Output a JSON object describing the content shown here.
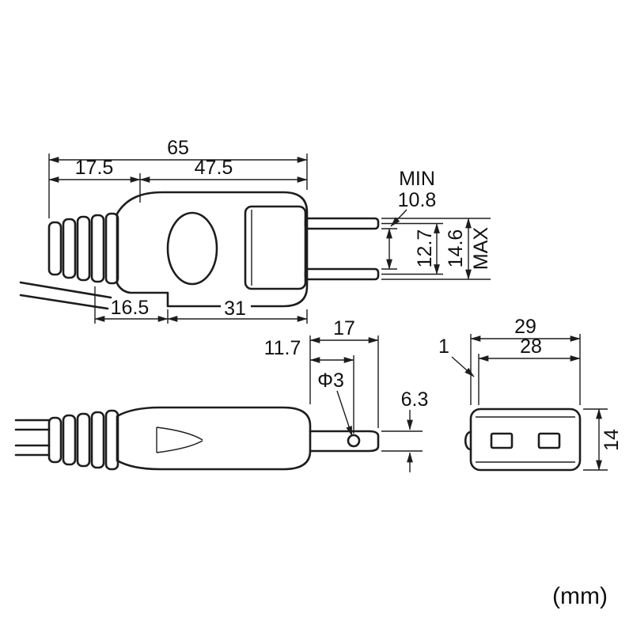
{
  "drawing": {
    "unit_note": "(mm)",
    "top_view": {
      "overall": "65",
      "left_section": "17.5",
      "right_section": "47.5",
      "bottom_left": "16.5",
      "bottom_right": "31",
      "min_label": "MIN",
      "min_value": "10.8",
      "pitch": "12.7",
      "max_label": "MAX",
      "max_value": "14.6"
    },
    "side_view": {
      "blade_length": "17",
      "hole_offset": "11.7",
      "hole_diameter": "Φ3",
      "blade_width": "6.3"
    },
    "front_view": {
      "overall_width": "29",
      "inner_width": "28",
      "edge_offset": "1",
      "height": "14"
    }
  }
}
